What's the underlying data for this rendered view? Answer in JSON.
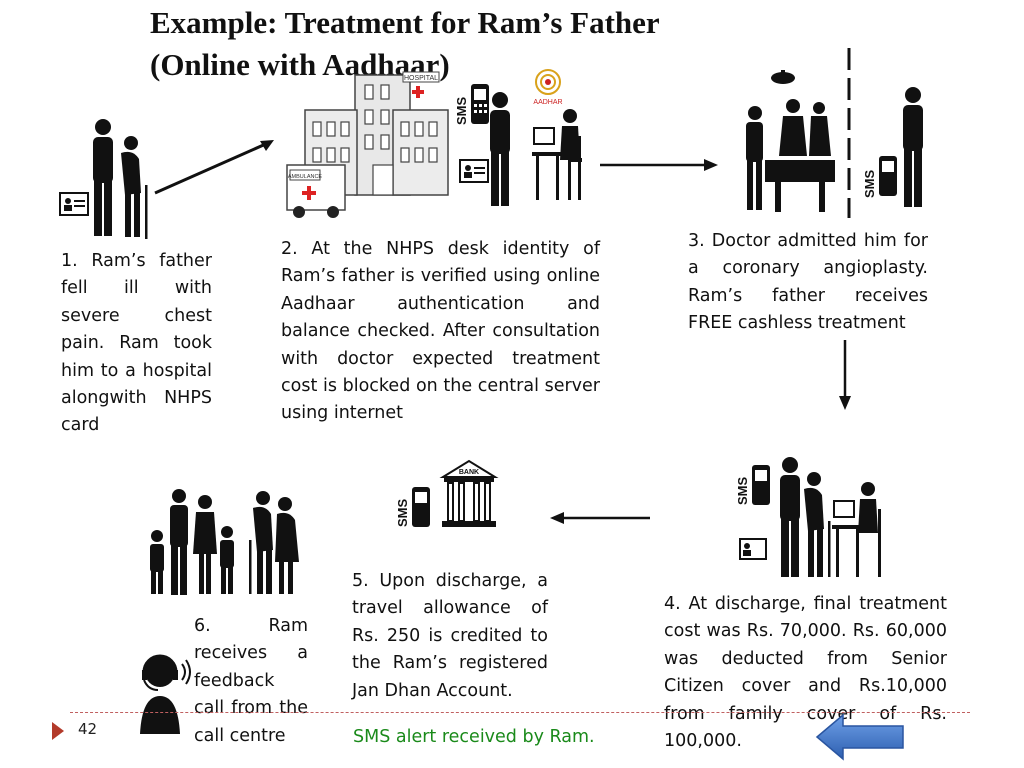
{
  "title": {
    "line1": "Example: Treatment for Ram’s Father",
    "line2": "(Online with Aadhaar)"
  },
  "steps": {
    "step1": "1. Ram’s father fell ill with severe chest pain. Ram took him to a hospital alongwith NHPS card",
    "step2": "2. At the NHPS desk identity of Ram’s father is verified using online Aadhaar authentication and balance checked. After consultation with doctor expected treatment cost is blocked on the central server using internet",
    "step3": "3. Doctor admitted him for a coronary angioplasty. Ram’s father receives FREE cashless treatment",
    "step4": "4. At discharge, final treatment cost was Rs. 70,000. Rs. 60,000 was deducted from Senior Citizen cover and Rs.10,000 from family cover of Rs. 100,000.",
    "step5": "5. Upon discharge, a travel allowance of Rs. 250 is credited to the Ram’s registered Jan Dhan Account.",
    "step6": "6. Ram receives a feedback call from the call centre"
  },
  "sms_alert": "SMS alert received by Ram.",
  "icon_labels": {
    "hospital": "HOSPITAL",
    "ambulance": "AMBULANCE",
    "aadhaar": "AADHAR",
    "bank": "BANK",
    "sms": "SMS"
  },
  "page_number": "42",
  "colors": {
    "accent_red": "#b33a2a",
    "sms_green": "#1a8a1a",
    "nav_arrow": "#4a7fd0"
  }
}
